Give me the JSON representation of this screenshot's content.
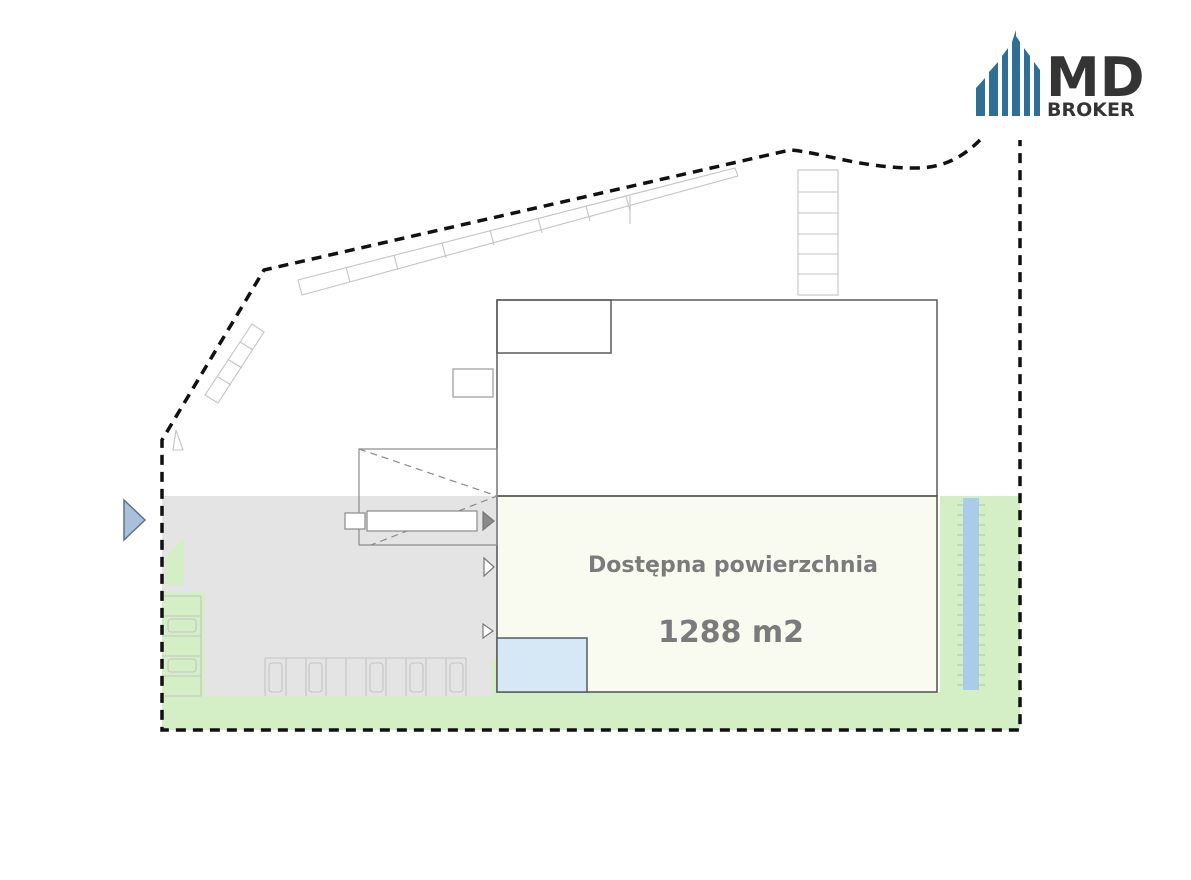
{
  "logo": {
    "brand_main": "MD",
    "brand_sub": "BROKER",
    "icon": "skyline-icon",
    "color_dark": "#343434",
    "color_blue": "#2f6f96"
  },
  "plan": {
    "available_label": "Dostępna powierzchnia",
    "area_value": "1288 m2",
    "colors": {
      "available_area": "#fafbf0",
      "green_zone": "#d4efc5",
      "paved_area": "#e4e4e4",
      "office_area": "#d6e8f6",
      "water_channel": "#a9cde9",
      "boundary": "#111111",
      "walls": "#555555",
      "label_text": "#7b7b7b"
    }
  }
}
